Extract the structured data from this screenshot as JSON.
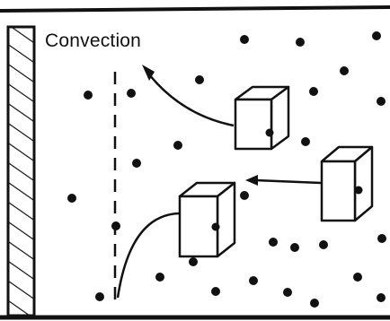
{
  "diagram": {
    "label": "Convection",
    "colors": {
      "ink": "#111111",
      "background": "#ffffff"
    },
    "elements": {
      "wall": "hatched-wall",
      "boundary": "dashed-boundary-line",
      "particles": "particle-dots",
      "cubes": [
        "fluid-parcel-cube-upper",
        "fluid-parcel-cube-right",
        "fluid-parcel-cube-lower"
      ],
      "arrows": [
        "parcel-path-upper",
        "parcel-path-right",
        "parcel-path-lower"
      ]
    }
  }
}
